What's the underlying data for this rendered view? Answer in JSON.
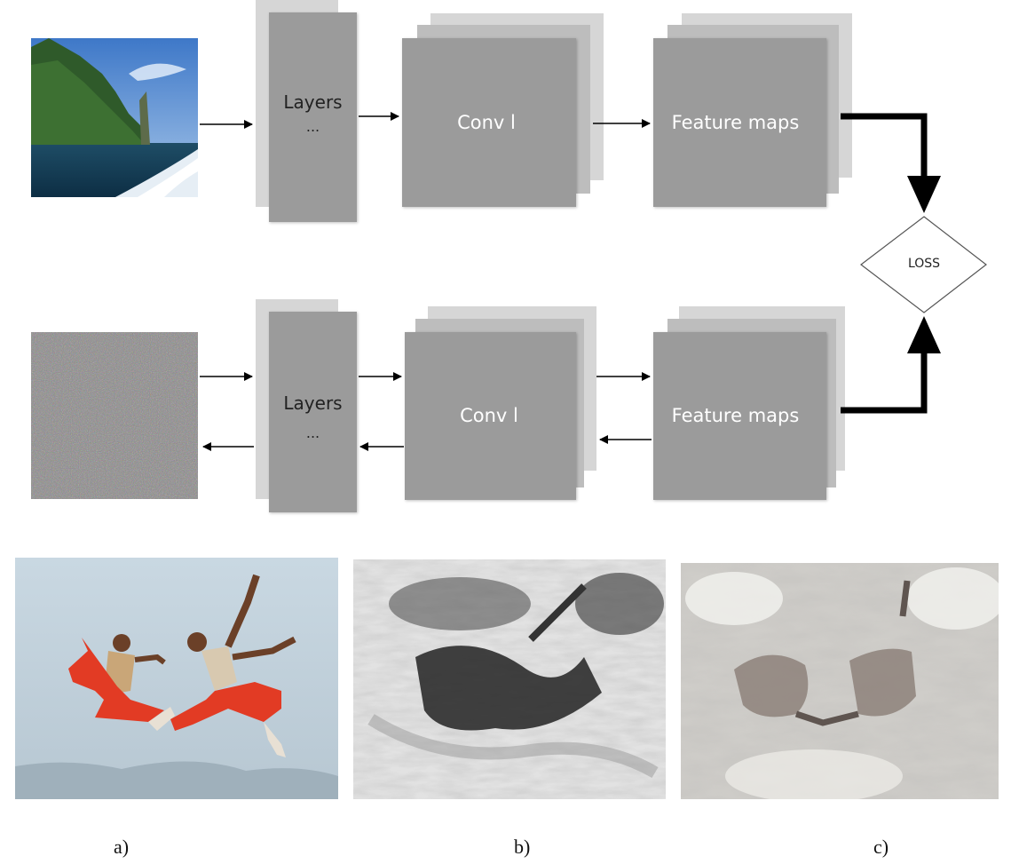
{
  "top_row": {
    "layers_label": "Layers",
    "layers_ellipsis": "...",
    "conv_label": "Conv l",
    "feature_label": "Feature maps"
  },
  "bottom_row": {
    "layers_label": "Layers",
    "layers_ellipsis": "...",
    "conv_label": "Conv l",
    "feature_label": "Feature maps"
  },
  "loss_label": "LOSS",
  "captions": [
    "a)",
    "b)",
    "c)"
  ],
  "colors": {
    "box": "#9b9b9b",
    "box_back": "#d6d6d6",
    "arrow": "#000000",
    "background": "#ffffff"
  }
}
